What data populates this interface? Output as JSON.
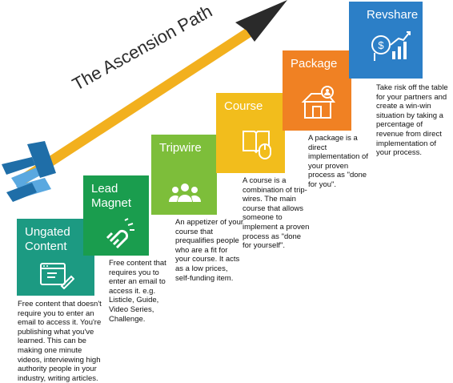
{
  "arrow": {
    "label": "The Ascension Path"
  },
  "colors": {
    "ungated": "#1c9a82",
    "lead": "#1a9d4e",
    "tripwire": "#7dbe3a",
    "course": "#f2bd1c",
    "package": "#f08123",
    "revshare": "#2c7fc7",
    "shaft": "#f2b01e",
    "fletch_dark": "#1f6ea8",
    "fletch_light": "#5aa8e0",
    "arrowhead": "#2a2a2a"
  },
  "steps": [
    {
      "title": "Ungated\nContent",
      "icon": "browser-edit-icon",
      "description": "Free content that doesn't require you to enter an email to access it. You're publishing what you've learned. This can be making one minute videos, interviewing high authority people in your industry, writing articles."
    },
    {
      "title": "Lead\nMagnet",
      "icon": "magnet-icon",
      "description": "Free content that requires you to enter an email to access it. e.g. Listicle, Guide, Video Series, Challenge."
    },
    {
      "title": "Tripwire",
      "icon": "group-icon",
      "description": "An appetizer of your course that prequalifies people who are a fit for your course. It acts as a low prices, self-funding item."
    },
    {
      "title": "Course",
      "icon": "book-mouse-icon",
      "description": "A course is a combination of trip-wires. The main course that allows someone to implement a proven process as \"done for yourself\"."
    },
    {
      "title": "Package",
      "icon": "box-person-icon",
      "description": "A package is a direct implementation of your proven process as \"done for you\"."
    },
    {
      "title": "Revshare",
      "icon": "money-growth-icon",
      "description": "Take risk off the table for your partners and create a win-win situation by taking a percentage of revenue from direct implementation of your process."
    }
  ]
}
